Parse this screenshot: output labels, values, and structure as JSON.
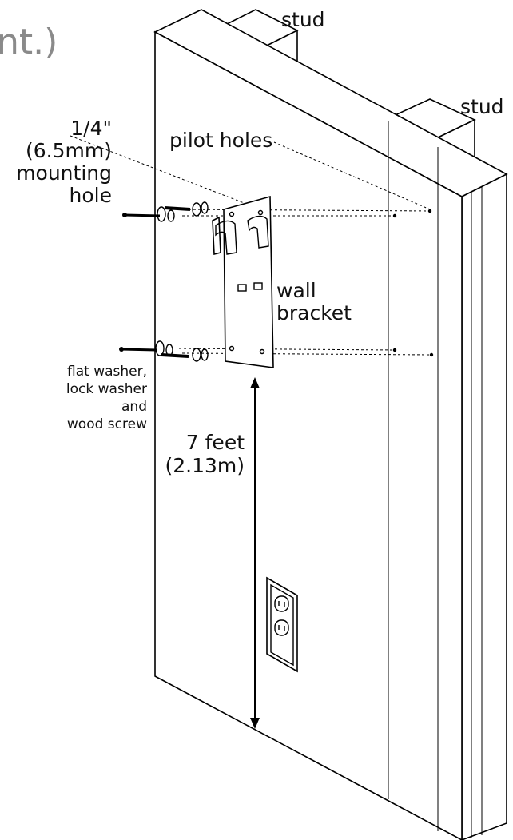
{
  "title_fragment": "nt.)",
  "labels": {
    "stud_top": "stud",
    "stud_right": "stud",
    "mounting_hole_line1": "1/4\"",
    "mounting_hole_line2": "(6.5mm)",
    "mounting_hole_line3": "mounting",
    "mounting_hole_line4": "hole",
    "pilot_holes": "pilot holes",
    "wall_bracket_line1": "wall",
    "wall_bracket_line2": "bracket",
    "hardware_line1": "flat washer,",
    "hardware_line2": "lock washer",
    "hardware_line3": "and",
    "hardware_line4": "wood screw",
    "height_line1": "7 feet",
    "height_line2": "(2.13m)"
  }
}
